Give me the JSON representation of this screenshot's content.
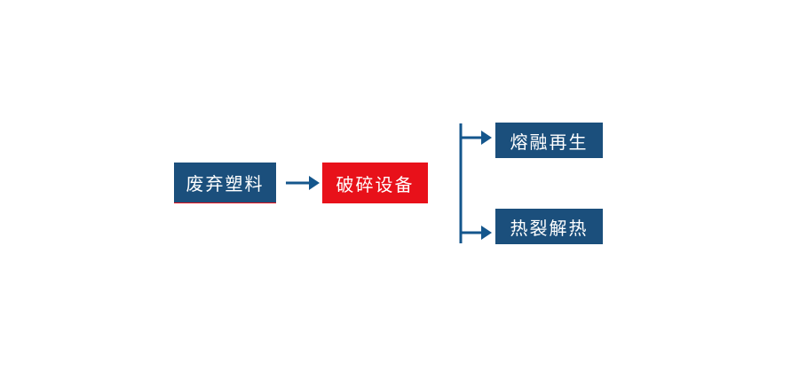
{
  "colors": {
    "node_blue": "#1B4F7C",
    "node_red": "#E8111A",
    "connector": "#14568C",
    "text": "#FFFFFF",
    "background": "#FFFFFF"
  },
  "diagram": {
    "title": "",
    "nodes": [
      {
        "id": "waste-plastic",
        "label": "废弃塑料",
        "color": "blue"
      },
      {
        "id": "crushing-equipment",
        "label": "破碎设备",
        "color": "red"
      },
      {
        "id": "melt-regeneration",
        "label": "熔融再生",
        "color": "blue"
      },
      {
        "id": "pyrolysis",
        "label": "热裂解热",
        "color": "blue"
      }
    ],
    "edges": [
      {
        "from": "waste-plastic",
        "to": "crushing-equipment"
      },
      {
        "from": "crushing-equipment",
        "to": "melt-regeneration"
      },
      {
        "from": "crushing-equipment",
        "to": "pyrolysis"
      }
    ]
  }
}
